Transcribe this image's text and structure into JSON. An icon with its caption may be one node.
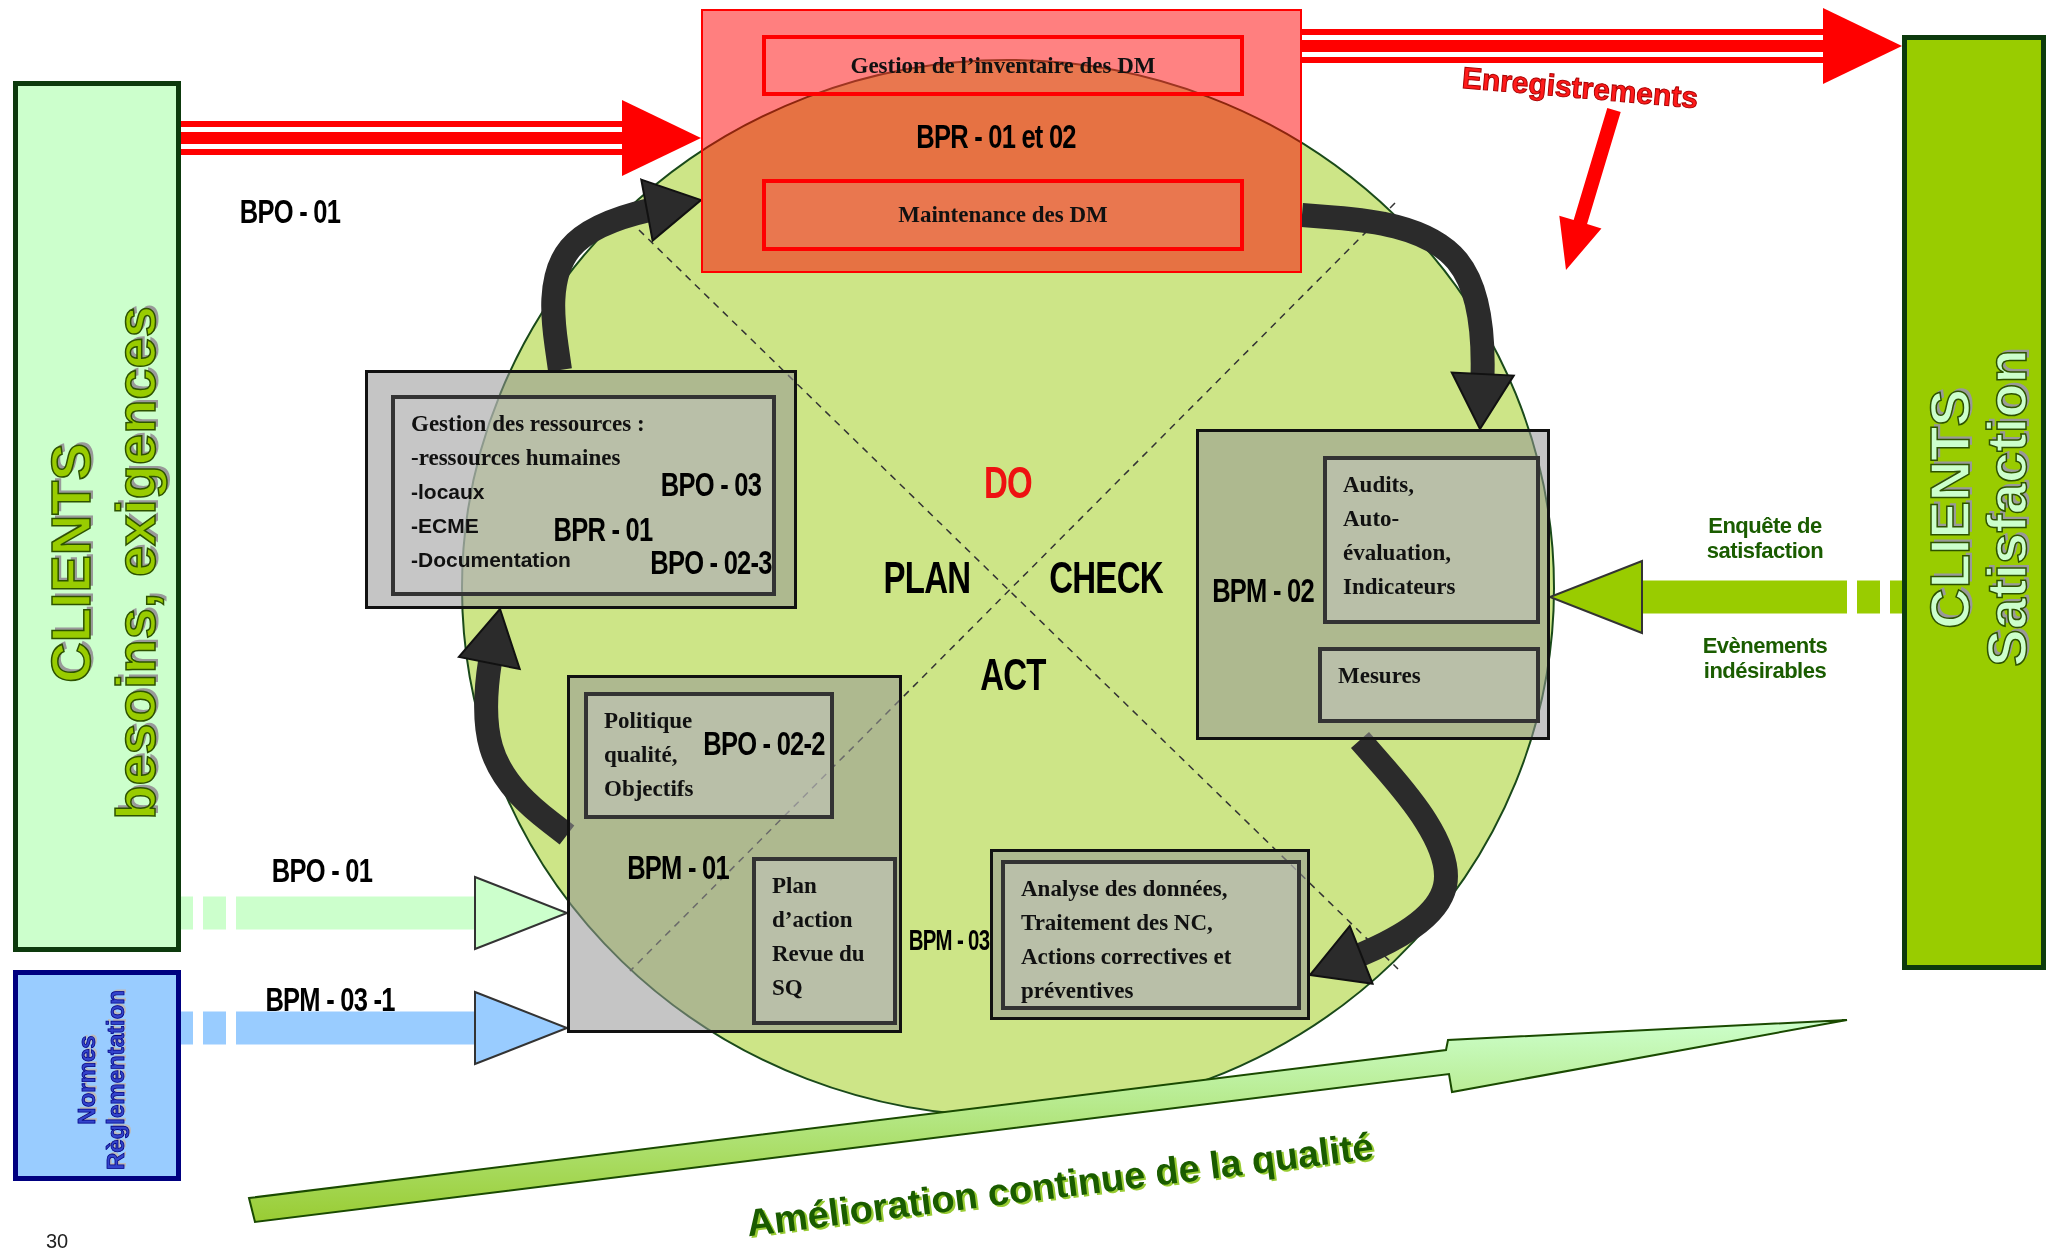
{
  "diagram": {
    "nodes": [
      {
        "text": [
          "CLIENTS",
          "besoins, exigences"
        ]
      },
      {
        "text": [
          "Normes Règlementation"
        ]
      },
      {
        "text": [
          "BPR - 01 et 02"
        ]
      },
      {
        "text": [
          "Gestion de l’inventaire des DM"
        ],
        "in": 2
      },
      {
        "text": [
          "Maintenance des DM"
        ],
        "in": 2
      },
      {
        "text": [
          "CLIENTS",
          "Satisfaction"
        ]
      },
      {
        "text": [],
        "shape": "box"
      },
      {
        "text": [
          "Gestion des ressources :",
          "-ressources humaines",
          "BPO - 03",
          "-locaux",
          "BPR - 01",
          "-ECME",
          "BPO - 02-3",
          "-Documentation"
        ],
        "in": 6
      },
      {
        "text": [
          "BPM - 02"
        ]
      },
      {
        "text": [
          "Audits, Auto-évaluation, Indicateurs"
        ],
        "in": 8
      },
      {
        "text": [
          "Mesures"
        ],
        "in": 8
      },
      {
        "text": [
          "BPM - 01"
        ]
      },
      {
        "text": [
          "Politique qualité, Objectifs",
          "BPO - 02-2"
        ],
        "in": 11
      },
      {
        "text": [
          "Plan d’action Revue du SQ"
        ],
        "in": 11
      },
      {
        "text": [],
        "shape": "box",
        "beside": [
          "BPM - 03"
        ]
      },
      {
        "text": [
          "Analyse des données, Traitement des NC, Actions correctives et préventives"
        ],
        "in": 14
      }
    ],
    "edges": [
      {
        "from": 0,
        "to": 2,
        "arrow": "to",
        "label": "BPO - 01",
        "color": "#ff0000"
      },
      {
        "from": 2,
        "to": 5,
        "arrow": "to",
        "label": "Enregistrements",
        "color": "#ff0000"
      },
      {
        "from": 0,
        "to": 11,
        "arrow": "to",
        "label": "BPO - 01",
        "color": "#ccffcc"
      },
      {
        "from": 1,
        "to": 11,
        "arrow": "to",
        "label": "BPM - 03 -1",
        "color": "#99ccff"
      },
      {
        "from": 5,
        "to": 8,
        "arrow": "to",
        "color": "#99cc00"
      },
      {
        "from": 6,
        "to": 2,
        "arrow": "to"
      },
      {
        "from": 2,
        "to": 8,
        "arrow": "to"
      },
      {
        "from": 8,
        "to": 14,
        "arrow": "to"
      },
      {
        "from": 11,
        "to": 6,
        "arrow": "to"
      }
    ],
    "labels": [
      "DO",
      "PLAN",
      "CHECK",
      "ACT",
      "Enquête de satisfaction",
      "Evènements indésirables",
      "Amélioration continue de la qualité",
      "30"
    ]
  }
}
